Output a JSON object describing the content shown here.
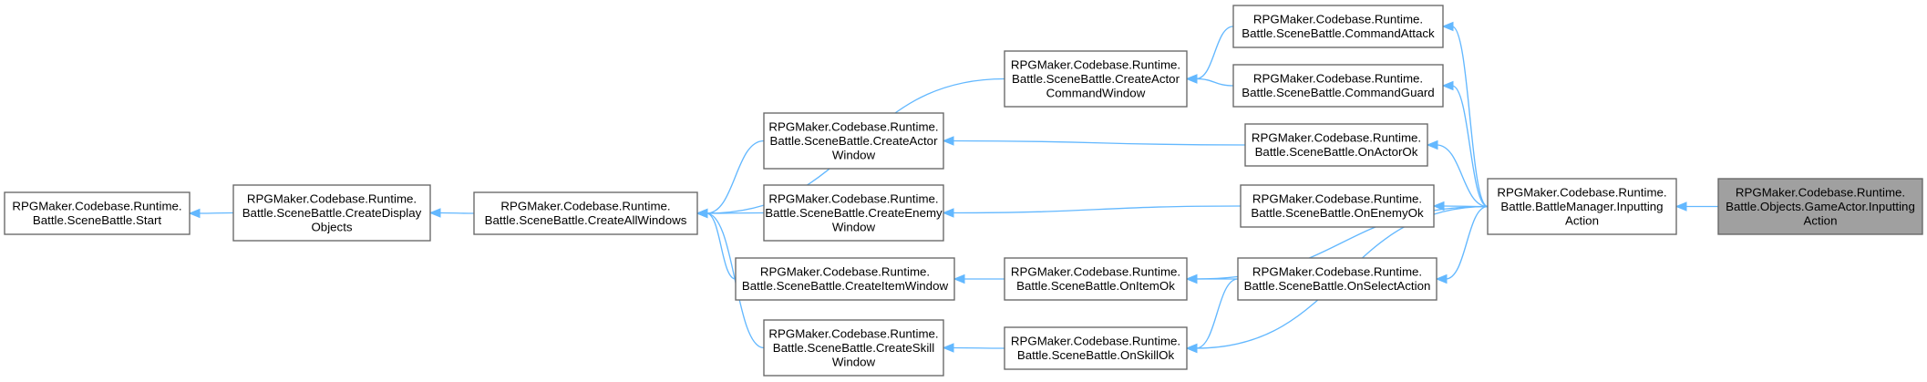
{
  "diagram": {
    "nodes": [
      {
        "id": "start",
        "lines": [
          "RPGMaker.Codebase.Runtime.",
          "Battle.SceneBattle.Start"
        ]
      },
      {
        "id": "create-display-objects",
        "lines": [
          "RPGMaker.Codebase.Runtime.",
          "Battle.SceneBattle.CreateDisplay",
          "Objects"
        ]
      },
      {
        "id": "create-all-windows",
        "lines": [
          "RPGMaker.Codebase.Runtime.",
          "Battle.SceneBattle.CreateAllWindows"
        ]
      },
      {
        "id": "create-actor-command-window",
        "lines": [
          "RPGMaker.Codebase.Runtime.",
          "Battle.SceneBattle.CreateActor",
          "CommandWindow"
        ]
      },
      {
        "id": "create-actor-window",
        "lines": [
          "RPGMaker.Codebase.Runtime.",
          "Battle.SceneBattle.CreateActor",
          "Window"
        ]
      },
      {
        "id": "create-enemy-window",
        "lines": [
          "RPGMaker.Codebase.Runtime.",
          "Battle.SceneBattle.CreateEnemy",
          "Window"
        ]
      },
      {
        "id": "create-item-window",
        "lines": [
          "RPGMaker.Codebase.Runtime.",
          "Battle.SceneBattle.CreateItemWindow"
        ]
      },
      {
        "id": "create-skill-window",
        "lines": [
          "RPGMaker.Codebase.Runtime.",
          "Battle.SceneBattle.CreateSkill",
          "Window"
        ]
      },
      {
        "id": "command-attack",
        "lines": [
          "RPGMaker.Codebase.Runtime.",
          "Battle.SceneBattle.CommandAttack"
        ]
      },
      {
        "id": "command-guard",
        "lines": [
          "RPGMaker.Codebase.Runtime.",
          "Battle.SceneBattle.CommandGuard"
        ]
      },
      {
        "id": "on-actor-ok",
        "lines": [
          "RPGMaker.Codebase.Runtime.",
          "Battle.SceneBattle.OnActorOk"
        ]
      },
      {
        "id": "on-enemy-ok",
        "lines": [
          "RPGMaker.Codebase.Runtime.",
          "Battle.SceneBattle.OnEnemyOk"
        ]
      },
      {
        "id": "on-item-ok",
        "lines": [
          "RPGMaker.Codebase.Runtime.",
          "Battle.SceneBattle.OnItemOk"
        ]
      },
      {
        "id": "on-skill-ok",
        "lines": [
          "RPGMaker.Codebase.Runtime.",
          "Battle.SceneBattle.OnSkillOk"
        ]
      },
      {
        "id": "on-select-action",
        "lines": [
          "RPGMaker.Codebase.Runtime.",
          "Battle.SceneBattle.OnSelectAction"
        ]
      },
      {
        "id": "battle-manager-inputting-action",
        "lines": [
          "RPGMaker.Codebase.Runtime.",
          "Battle.BattleManager.Inputting",
          "Action"
        ]
      },
      {
        "id": "game-actor-inputting-action",
        "lines": [
          "RPGMaker.Codebase.Runtime.",
          "Battle.Objects.GameActor.Inputting",
          "Action"
        ],
        "focus": true
      }
    ],
    "edges": [
      {
        "from": "create-display-objects",
        "to": "start"
      },
      {
        "from": "create-all-windows",
        "to": "create-display-objects"
      },
      {
        "from": "create-actor-command-window",
        "to": "create-all-windows"
      },
      {
        "from": "create-actor-window",
        "to": "create-all-windows"
      },
      {
        "from": "create-enemy-window",
        "to": "create-all-windows"
      },
      {
        "from": "create-item-window",
        "to": "create-all-windows"
      },
      {
        "from": "create-skill-window",
        "to": "create-all-windows"
      },
      {
        "from": "command-attack",
        "to": "create-actor-command-window"
      },
      {
        "from": "command-guard",
        "to": "create-actor-command-window"
      },
      {
        "from": "on-actor-ok",
        "to": "create-actor-window"
      },
      {
        "from": "on-enemy-ok",
        "to": "create-enemy-window"
      },
      {
        "from": "on-item-ok",
        "to": "create-item-window"
      },
      {
        "from": "on-skill-ok",
        "to": "create-skill-window"
      },
      {
        "from": "on-select-action",
        "to": "on-item-ok"
      },
      {
        "from": "on-select-action",
        "to": "on-skill-ok"
      },
      {
        "from": "battle-manager-inputting-action",
        "to": "command-attack"
      },
      {
        "from": "battle-manager-inputting-action",
        "to": "command-guard"
      },
      {
        "from": "battle-manager-inputting-action",
        "to": "on-actor-ok"
      },
      {
        "from": "battle-manager-inputting-action",
        "to": "on-enemy-ok"
      },
      {
        "from": "battle-manager-inputting-action",
        "to": "on-item-ok"
      },
      {
        "from": "battle-manager-inputting-action",
        "to": "on-select-action"
      },
      {
        "from": "battle-manager-inputting-action",
        "to": "on-skill-ok"
      },
      {
        "from": "game-actor-inputting-action",
        "to": "battle-manager-inputting-action"
      }
    ],
    "colors": {
      "edge": "#63b8ff",
      "node_border": "#666666",
      "node_fill": "#ffffff",
      "focus_fill": "#a0a0a0"
    }
  }
}
